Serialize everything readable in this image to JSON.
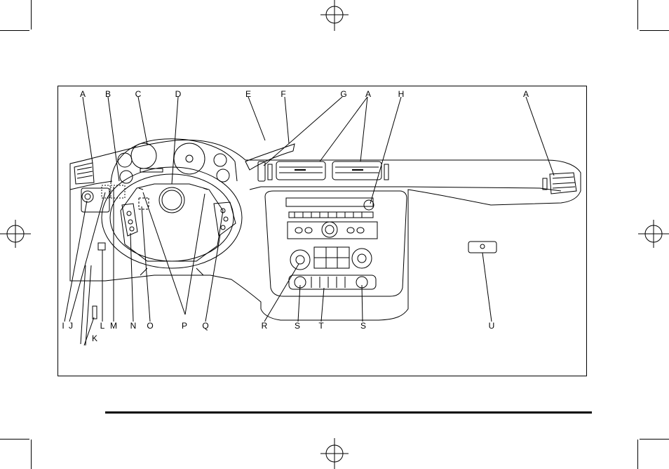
{
  "figure": {
    "title": "",
    "callouts": [
      "A",
      "B",
      "C",
      "D",
      "E",
      "F",
      "G",
      "A",
      "H",
      "A",
      "I",
      "J",
      "K",
      "L",
      "M",
      "N",
      "O",
      "P",
      "Q",
      "R",
      "S",
      "T",
      "S",
      "U"
    ]
  },
  "colors": {
    "line": "#000000",
    "background": "#ffffff",
    "fill_light": "#f2f2f2"
  }
}
